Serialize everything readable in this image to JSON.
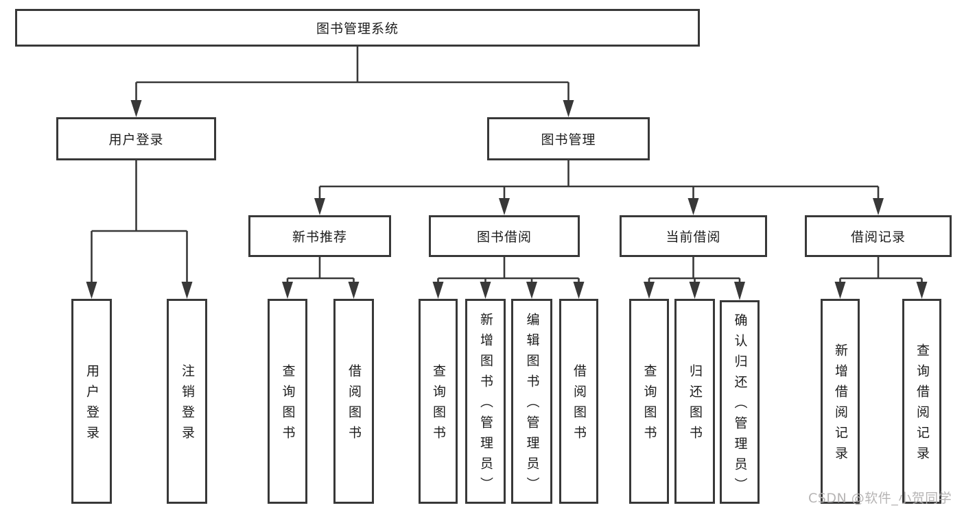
{
  "diagram": {
    "type": "hierarchy-tree",
    "title": "图书管理系统"
  },
  "tree": {
    "label": "图书管理系统",
    "children": [
      {
        "label": "用户登录",
        "children": [
          {
            "label": "用户登录"
          },
          {
            "label": "注销登录"
          }
        ]
      },
      {
        "label": "图书管理",
        "children": [
          {
            "label": "新书推荐",
            "children": [
              {
                "label": "查询图书"
              },
              {
                "label": "借阅图书"
              }
            ]
          },
          {
            "label": "图书借阅",
            "children": [
              {
                "label": "查询图书"
              },
              {
                "label": "新增图书（管理员）"
              },
              {
                "label": "编辑图书（管理员）"
              },
              {
                "label": "借阅图书"
              }
            ]
          },
          {
            "label": "当前借阅",
            "children": [
              {
                "label": "查询图书"
              },
              {
                "label": "归还图书"
              },
              {
                "label": "确认归还（管理员）"
              }
            ]
          },
          {
            "label": "借阅记录",
            "children": [
              {
                "label": "新增借阅记录"
              },
              {
                "label": "查询借阅记录"
              }
            ]
          }
        ]
      }
    ]
  },
  "watermark": "CSDN @软件_小贺同学",
  "colors": {
    "box_border": "#383838",
    "connector_line": "#383838",
    "text": "#1c1c1c",
    "watermark": "#b3b1b1",
    "background": "#ffffff"
  }
}
